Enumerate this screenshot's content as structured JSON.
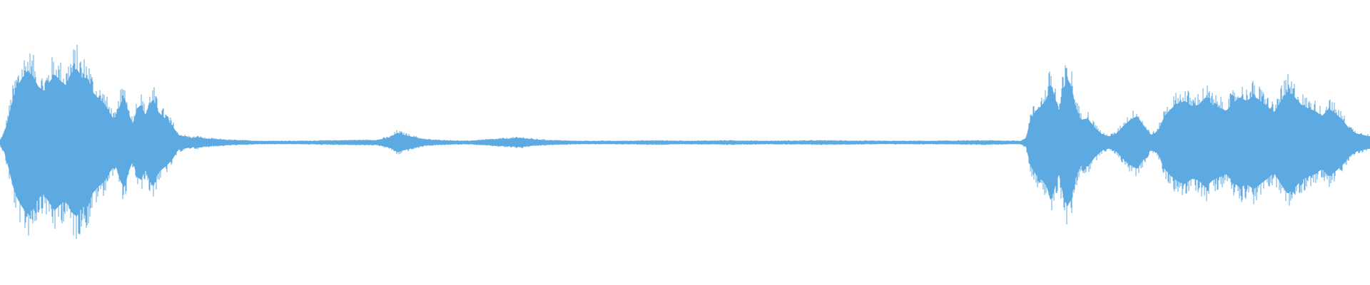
{
  "waveform": {
    "color": "#5DA9E2",
    "background": "#FFFFFF",
    "envelope_points": [
      [
        0.0,
        0.03
      ],
      [
        0.003,
        0.12
      ],
      [
        0.006,
        0.32
      ],
      [
        0.009,
        0.55
      ],
      [
        0.012,
        0.72
      ],
      [
        0.016,
        0.85
      ],
      [
        0.02,
        0.95
      ],
      [
        0.024,
        0.88
      ],
      [
        0.028,
        0.74
      ],
      [
        0.032,
        0.68
      ],
      [
        0.036,
        0.8
      ],
      [
        0.04,
        0.9
      ],
      [
        0.044,
        0.82
      ],
      [
        0.048,
        0.76
      ],
      [
        0.052,
        0.92
      ],
      [
        0.056,
        0.98
      ],
      [
        0.06,
        0.85
      ],
      [
        0.064,
        0.86
      ],
      [
        0.068,
        0.66
      ],
      [
        0.072,
        0.58
      ],
      [
        0.076,
        0.52
      ],
      [
        0.08,
        0.4
      ],
      [
        0.084,
        0.28
      ],
      [
        0.088,
        0.52
      ],
      [
        0.091,
        0.6
      ],
      [
        0.094,
        0.38
      ],
      [
        0.097,
        0.25
      ],
      [
        0.1,
        0.45
      ],
      [
        0.103,
        0.5
      ],
      [
        0.106,
        0.36
      ],
      [
        0.109,
        0.5
      ],
      [
        0.112,
        0.58
      ],
      [
        0.115,
        0.42
      ],
      [
        0.118,
        0.36
      ],
      [
        0.122,
        0.3
      ],
      [
        0.126,
        0.22
      ],
      [
        0.13,
        0.1
      ],
      [
        0.135,
        0.08
      ],
      [
        0.14,
        0.06
      ],
      [
        0.145,
        0.07
      ],
      [
        0.15,
        0.05
      ],
      [
        0.16,
        0.04
      ],
      [
        0.17,
        0.03
      ],
      [
        0.18,
        0.025
      ],
      [
        0.19,
        0.02
      ],
      [
        0.2,
        0.02
      ],
      [
        0.22,
        0.02
      ],
      [
        0.24,
        0.025
      ],
      [
        0.26,
        0.03
      ],
      [
        0.275,
        0.03
      ],
      [
        0.285,
        0.07
      ],
      [
        0.29,
        0.13
      ],
      [
        0.295,
        0.1
      ],
      [
        0.3,
        0.08
      ],
      [
        0.305,
        0.06
      ],
      [
        0.31,
        0.04
      ],
      [
        0.32,
        0.03
      ],
      [
        0.34,
        0.02
      ],
      [
        0.36,
        0.04
      ],
      [
        0.37,
        0.05
      ],
      [
        0.38,
        0.06
      ],
      [
        0.39,
        0.04
      ],
      [
        0.4,
        0.03
      ],
      [
        0.42,
        0.02
      ],
      [
        0.45,
        0.02
      ],
      [
        0.48,
        0.025
      ],
      [
        0.5,
        0.02
      ],
      [
        0.53,
        0.025
      ],
      [
        0.56,
        0.02
      ],
      [
        0.6,
        0.025
      ],
      [
        0.64,
        0.02
      ],
      [
        0.68,
        0.02
      ],
      [
        0.72,
        0.025
      ],
      [
        0.745,
        0.02
      ],
      [
        0.749,
        0.06
      ],
      [
        0.752,
        0.3
      ],
      [
        0.756,
        0.42
      ],
      [
        0.76,
        0.48
      ],
      [
        0.764,
        0.58
      ],
      [
        0.767,
        0.78
      ],
      [
        0.77,
        0.6
      ],
      [
        0.773,
        0.42
      ],
      [
        0.776,
        0.7
      ],
      [
        0.779,
        0.85
      ],
      [
        0.782,
        0.75
      ],
      [
        0.785,
        0.48
      ],
      [
        0.789,
        0.3
      ],
      [
        0.794,
        0.32
      ],
      [
        0.799,
        0.2
      ],
      [
        0.805,
        0.1
      ],
      [
        0.81,
        0.08
      ],
      [
        0.815,
        0.12
      ],
      [
        0.82,
        0.22
      ],
      [
        0.825,
        0.3
      ],
      [
        0.83,
        0.35
      ],
      [
        0.835,
        0.22
      ],
      [
        0.84,
        0.1
      ],
      [
        0.845,
        0.14
      ],
      [
        0.85,
        0.35
      ],
      [
        0.855,
        0.45
      ],
      [
        0.86,
        0.52
      ],
      [
        0.865,
        0.55
      ],
      [
        0.87,
        0.48
      ],
      [
        0.875,
        0.5
      ],
      [
        0.88,
        0.6
      ],
      [
        0.885,
        0.5
      ],
      [
        0.89,
        0.46
      ],
      [
        0.895,
        0.42
      ],
      [
        0.9,
        0.52
      ],
      [
        0.905,
        0.6
      ],
      [
        0.91,
        0.55
      ],
      [
        0.915,
        0.62
      ],
      [
        0.92,
        0.55
      ],
      [
        0.925,
        0.48
      ],
      [
        0.93,
        0.4
      ],
      [
        0.935,
        0.55
      ],
      [
        0.94,
        0.68
      ],
      [
        0.945,
        0.6
      ],
      [
        0.95,
        0.5
      ],
      [
        0.955,
        0.45
      ],
      [
        0.96,
        0.42
      ],
      [
        0.965,
        0.35
      ],
      [
        0.97,
        0.45
      ],
      [
        0.975,
        0.38
      ],
      [
        0.98,
        0.3
      ],
      [
        0.985,
        0.18
      ],
      [
        0.99,
        0.12
      ],
      [
        0.995,
        0.1
      ],
      [
        1.0,
        0.08
      ]
    ]
  }
}
